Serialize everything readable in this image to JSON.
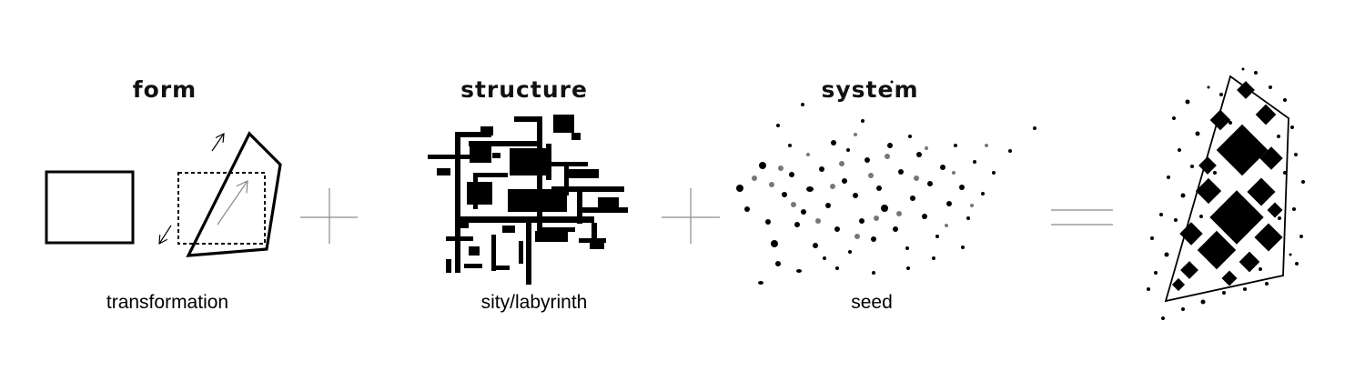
{
  "panels": [
    {
      "title": "form",
      "caption": "transformation"
    },
    {
      "title": "structure",
      "caption": "sity/labyrinth"
    },
    {
      "title": "system",
      "caption": "seed"
    },
    {
      "title": "",
      "caption": ""
    }
  ],
  "operators": [
    "plus",
    "plus",
    "equals"
  ],
  "colors": {
    "ink": "#000000",
    "operator": "#8a8a8a",
    "grey_dots": "#777777"
  }
}
